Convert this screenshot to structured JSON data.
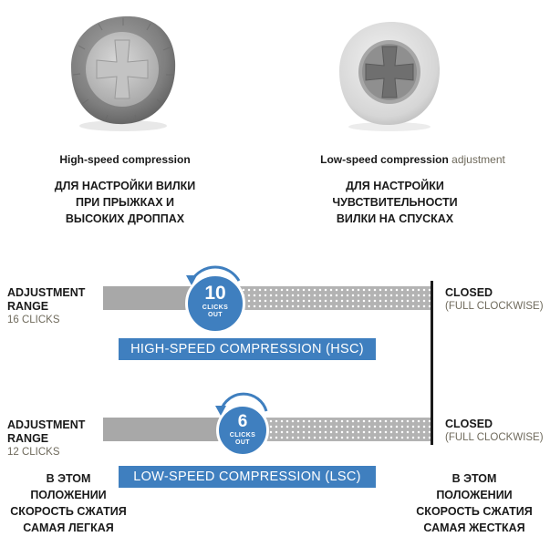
{
  "knobs": {
    "hsc": {
      "caption_bold": "High-speed compression",
      "caption_light": "",
      "description": [
        "ДЛЯ НАСТРОЙКИ ВИЛКИ",
        "ПРИ ПРЫЖКАХ И",
        "ВЫСОКИХ ДРОППАХ"
      ]
    },
    "lsc": {
      "caption_bold": "Low-speed compression",
      "caption_light": " adjustment",
      "description": [
        "ДЛЯ НАСТРОЙКИ",
        "ЧУВСТВИТЕЛЬНОСТИ",
        "ВИЛКИ НА СПУСКАХ"
      ]
    }
  },
  "rows": {
    "hsc": {
      "range_title_1": "ADJUSTMENT",
      "range_title_2": "RANGE",
      "range_clicks": "16 CLICKS",
      "badge_number": "10",
      "badge_text_1": "CLICKS",
      "badge_text_2": "OUT",
      "bar_label": "HIGH-SPEED COMPRESSION (HSC)",
      "closed_title": "CLOSED",
      "closed_sub": "(FULL CLOCKWISE)",
      "total_clicks": 16,
      "clicks_out": 10
    },
    "lsc": {
      "range_title_1": "ADJUSTMENT",
      "range_title_2": "RANGE",
      "range_clicks": "12 CLICKS",
      "badge_number": "6",
      "badge_text_1": "CLICKS",
      "badge_text_2": "OUT",
      "bar_label": "LOW-SPEED COMPRESSION (LSC)",
      "closed_title": "CLOSED",
      "closed_sub": "(FULL CLOCKWISE)",
      "total_clicks": 12,
      "clicks_out": 6
    }
  },
  "bottom": {
    "left": [
      "В ЭТОМ",
      "ПОЛОЖЕНИИ",
      "СКОРОСТЬ СЖАТИЯ",
      "САМАЯ ЛЕГКАЯ"
    ],
    "right": [
      "В ЭТОМ",
      "ПОЛОЖЕНИИ",
      "СКОРОСТЬ СЖАТИЯ",
      "САМАЯ ЖЕСТКАЯ"
    ]
  },
  "colors": {
    "accent_blue": "#3f7fbf",
    "track_gray": "#a8a8a8",
    "knob_dark": "#8c8c8c",
    "knob_light": "#dedede"
  }
}
